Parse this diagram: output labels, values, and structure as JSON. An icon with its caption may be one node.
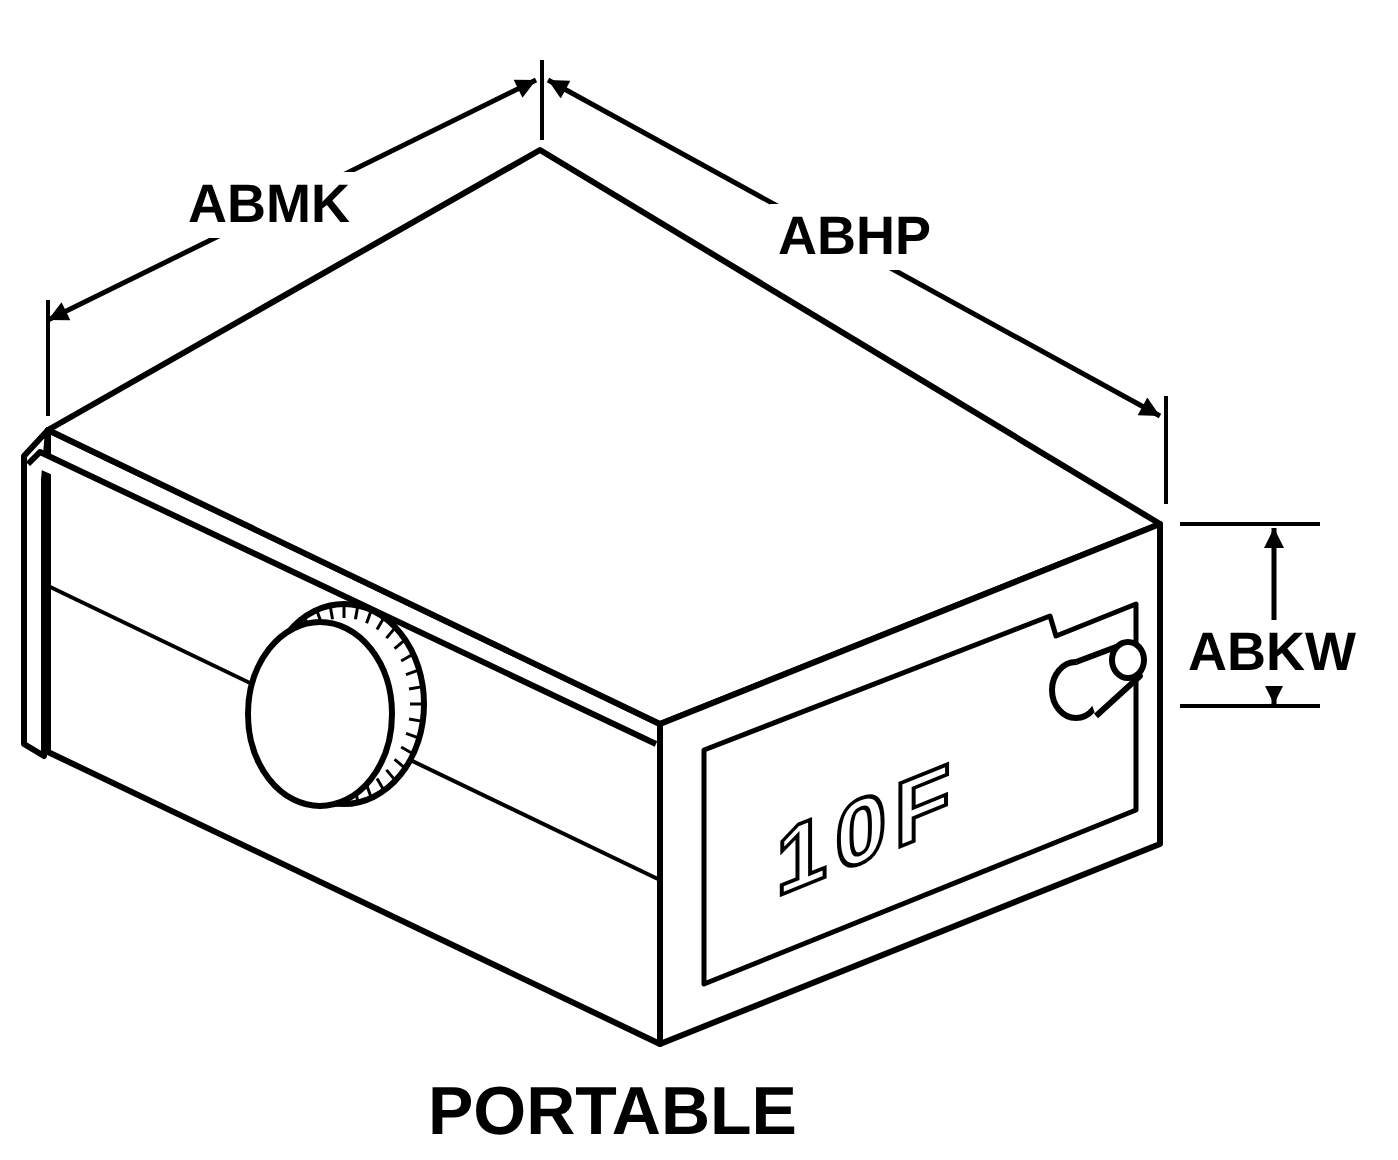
{
  "diagram": {
    "caption": "PORTABLE",
    "labels": [
      "ABMK",
      "ABHP",
      "ABKW",
      "10F"
    ]
  }
}
